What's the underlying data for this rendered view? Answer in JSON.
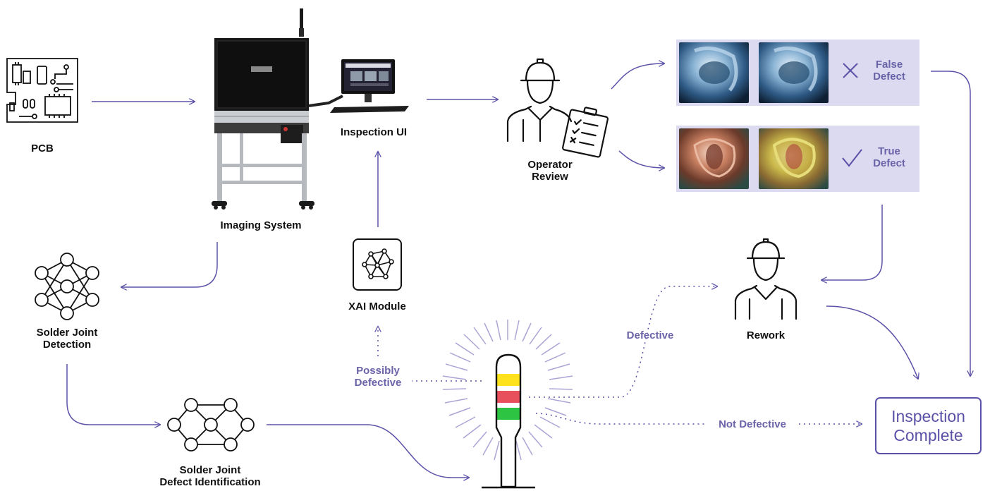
{
  "colors": {
    "accent": "#5b52a8",
    "accent_text": "#6a63a8",
    "panel": "#dcdaf0",
    "ink": "#111111"
  },
  "nodes": {
    "pcb": {
      "label": "PCB",
      "icon": "pcb-icon"
    },
    "imaging_system": {
      "label": "Imaging System",
      "icon": "imaging-machine"
    },
    "inspection_ui": {
      "label": "Inspection UI",
      "icon": "monitor-icon"
    },
    "operator_review": {
      "line1": "Operator",
      "line2": "Review",
      "icon": "operator-clipboard-icon"
    },
    "solder_joint_detection": {
      "line1": "Solder Joint",
      "line2": "Detection",
      "icon": "neural-network-icon"
    },
    "xai_module": {
      "label": "XAI Module",
      "icon": "xai-network-icon"
    },
    "defect_identification": {
      "line1": "Solder Joint",
      "line2": "Defect Identification",
      "icon": "neural-network-icon"
    },
    "rework": {
      "label": "Rework",
      "icon": "worker-icon"
    },
    "inspection_complete": {
      "line1": "Inspection",
      "line2": "Complete"
    }
  },
  "review_outcomes": {
    "false_defect": {
      "line1": "False",
      "line2": "Defect",
      "icon": "cross-icon"
    },
    "true_defect": {
      "line1": "True",
      "line2": "Defect",
      "icon": "check-icon"
    }
  },
  "signal_light": {
    "icon": "signal-tower-light",
    "colors": [
      "#ffe21e",
      "#e8505b",
      "#2ec443"
    ]
  },
  "edge_labels": {
    "possibly_defective": {
      "line1": "Possibly",
      "line2": "Defective"
    },
    "defective": "Defective",
    "not_defective": "Not Defective"
  }
}
